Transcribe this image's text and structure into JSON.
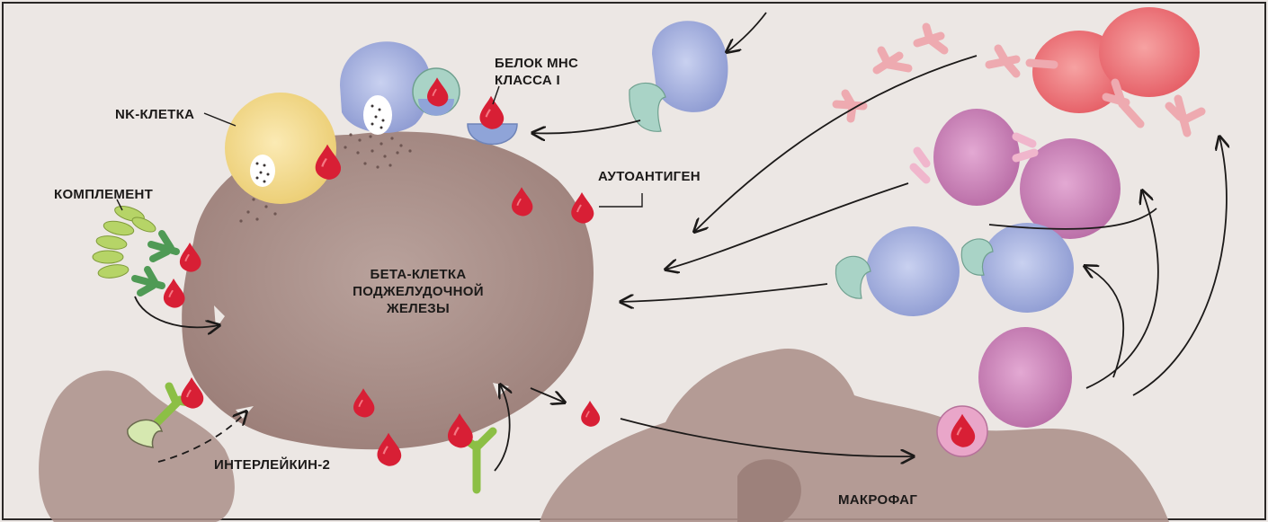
{
  "labels": {
    "nk_cell": "NK-КЛЕТКА",
    "mhc_protein_line1": "БЕЛОК МНС",
    "mhc_protein_line2": "КЛАССА I",
    "complement": "КОМПЛЕМЕНТ",
    "autoantigen": "АУТОАНТИГЕН",
    "beta_cell_line1": "БЕТА-КЛЕТКА",
    "beta_cell_line2": "ПОДЖЕЛУДОЧНОЙ",
    "beta_cell_line3": "ЖЕЛЕЗЫ",
    "interleukin2": "ИНТЕРЛЕЙКИН-2",
    "macrophage": "МАКРОФАГ"
  },
  "colors": {
    "background": "#ece7e4",
    "beta_cell": "#a88c86",
    "macrophage": "#ae928c",
    "nk_cell": "#efd58a",
    "t_cell_blue": "#9eacd8",
    "b_cell_purple": "#c37fb0",
    "plasma_cell_red": "#ea6c72",
    "antigen_red": "#d81f35",
    "complement_green": "#b6d467",
    "receptor_teal": "#a9d3c6",
    "antibody_pink": "#efb1ad"
  }
}
